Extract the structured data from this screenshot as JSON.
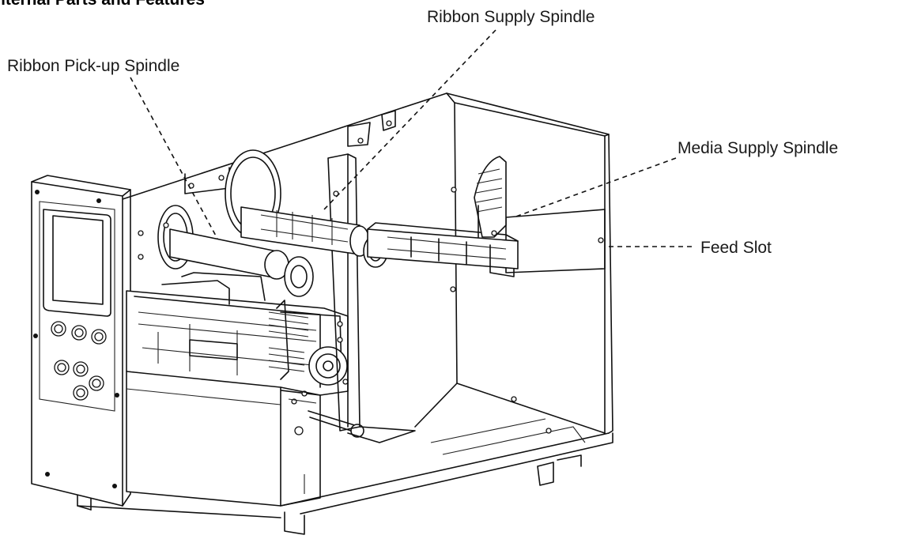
{
  "title": "nternal Parts and Features",
  "callouts": {
    "ribbon_supply_spindle": "Ribbon Supply Spindle",
    "ribbon_pickup_spindle": "Ribbon Pick-up Spindle",
    "media_supply_spindle": "Media Supply Spindle",
    "feed_slot": "Feed Slot"
  },
  "colors": {
    "line": "#111111",
    "background": "#ffffff"
  }
}
